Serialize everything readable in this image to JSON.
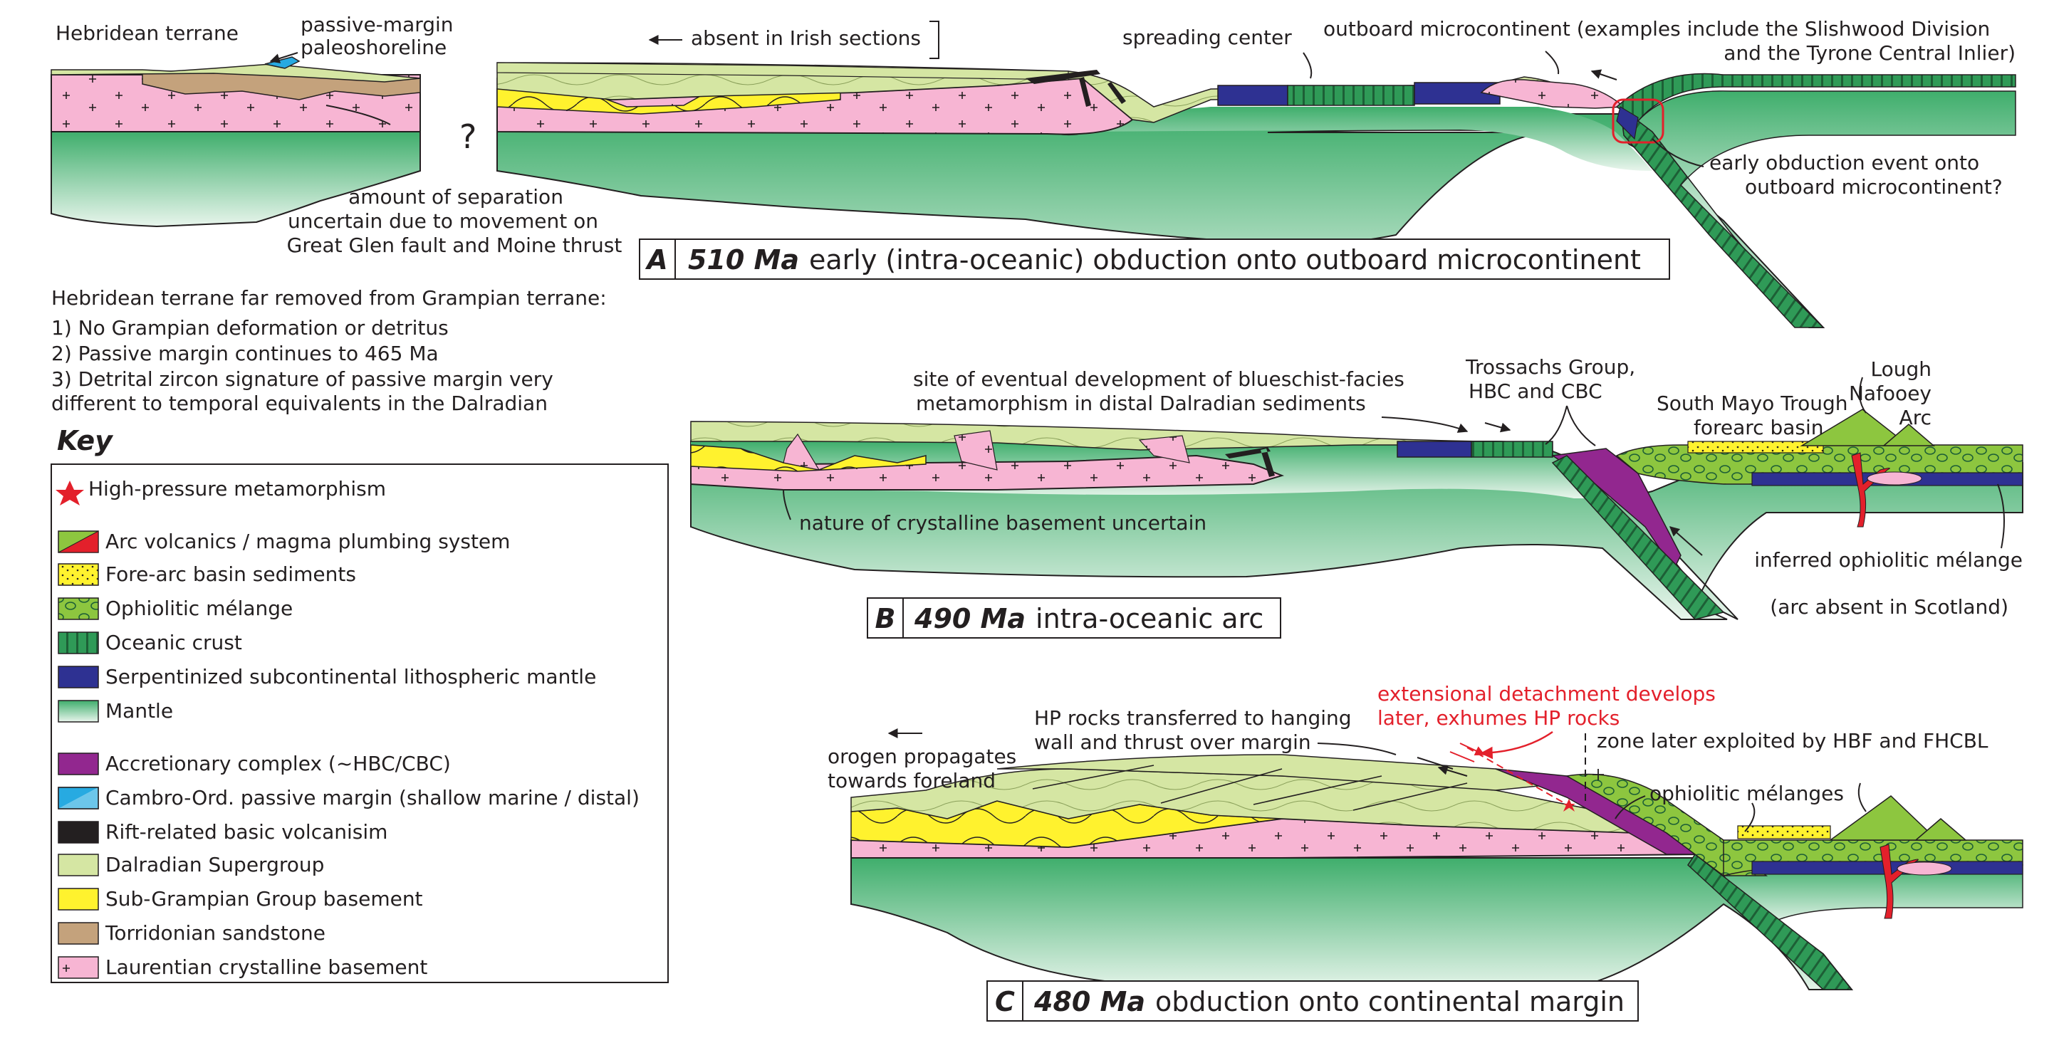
{
  "colors": {
    "mantle_top": "#3fae6c",
    "mantle_bottom": "#e8f5ec",
    "dalradian": "#d5e6a3",
    "sub_grampian": "#fff22e",
    "torridonian": "#c4a27c",
    "laurentian": "#f7b5d3",
    "oceanic_crust": "#2f9a57",
    "serpentinite": "#2e3192",
    "accretionary": "#92278f",
    "passive_margin": "#27aae1",
    "arc_volcanic": "#8dc63f",
    "magma": "#e3202b",
    "rift_volcanic": "#231f20",
    "melange": "#8dc63f",
    "highlight_red": "#e3202b"
  },
  "panel_a": {
    "letter": "A",
    "age": "510 Ma",
    "title": "early (intra-oceanic) obduction onto outboard microcontinent",
    "labels": {
      "hebridean": "Hebridean terrane",
      "passive_margin_1": "passive-margin",
      "passive_margin_2": "paleoshoreline",
      "question": "?",
      "absent": "absent in Irish sections",
      "spreading": "spreading center",
      "outboard_1": "outboard microcontinent (examples include the Slishwood Division",
      "outboard_2": "and the Tyrone Central Inlier)",
      "early_obd_1": "early obduction event onto",
      "early_obd_2": "outboard microcontinent?",
      "separation_1": "amount of separation",
      "separation_2": "uncertain due to movement on",
      "separation_3": "Great Glen fault and Moine thrust"
    }
  },
  "notes": {
    "heading": "Hebridean terrane far removed from Grampian terrane:",
    "items": [
      "1) No Grampian deformation or detritus",
      "2) Passive margin continues to 465 Ma",
      "3) Detrital zircon signature of passive margin very",
      "different to temporal equivalents in the Dalradian"
    ]
  },
  "panel_b": {
    "letter": "B",
    "age": "490 Ma",
    "title": "intra-oceanic arc",
    "labels": {
      "blueschist_1": "site of eventual development of blueschist-facies",
      "blueschist_2": "metamorphism in distal Dalradian sediments",
      "trossachs_1": "Trossachs Group,",
      "trossachs_2": "HBC and CBC",
      "mayo_1": "South Mayo Trough",
      "mayo_2": "forearc basin",
      "lough_1": "Lough",
      "lough_2": "Nafooey",
      "lough_3": "Arc",
      "nature": "nature of crystalline basement uncertain",
      "inferred": "inferred ophiolitic mélange",
      "arc_absent": "(arc absent in Scotland)"
    }
  },
  "panel_c": {
    "letter": "C",
    "age": "480 Ma",
    "title": "obduction onto continental margin",
    "labels": {
      "orogen_1": "orogen propagates",
      "orogen_2": "towards foreland",
      "hp_1": "HP rocks transferred to hanging",
      "hp_2": "wall and thrust over margin",
      "ext_1": "extensional detachment develops",
      "ext_2": "later, exhumes HP rocks",
      "zone": "zone later exploited by HBF and FHCBL",
      "ophiolitic": "ophiolitic mélanges"
    }
  },
  "key": {
    "title": "Key",
    "items": [
      {
        "label": "High-pressure metamorphism",
        "swatch": "star"
      },
      {
        "label": "Arc volcanics / magma plumbing system",
        "swatch": "arc"
      },
      {
        "label": "Fore-arc basin sediments",
        "swatch": "forearc"
      },
      {
        "label": "Ophiolitic mélange",
        "swatch": "melange"
      },
      {
        "label": "Oceanic crust",
        "swatch": "oceanic"
      },
      {
        "label": "Serpentinized subcontinental lithospheric mantle",
        "swatch": "serpentinite"
      },
      {
        "label": "Mantle",
        "swatch": "mantle"
      },
      {
        "label": "Accretionary complex (~HBC/CBC)",
        "swatch": "accretionary"
      },
      {
        "label": "Cambro-Ord. passive margin (shallow marine / distal)",
        "swatch": "passive"
      },
      {
        "label": "Rift-related basic volcanisim",
        "swatch": "rift"
      },
      {
        "label": "Dalradian Supergroup",
        "swatch": "dalradian"
      },
      {
        "label": "Sub-Grampian Group basement",
        "swatch": "subgrampian"
      },
      {
        "label": "Torridonian sandstone",
        "swatch": "torridonian"
      },
      {
        "label": "Laurentian crystalline basement",
        "swatch": "laurentian"
      }
    ]
  }
}
